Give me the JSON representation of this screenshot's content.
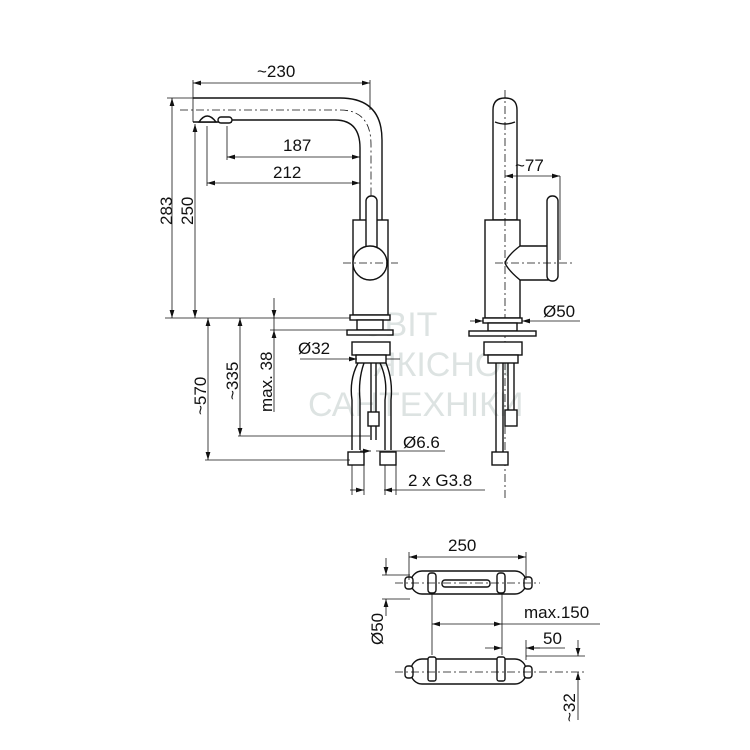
{
  "watermark": [
    "СВІТ",
    "ЯКІСНОЇ",
    "САНТЕХНІКИ"
  ],
  "dimensions": {
    "spout_reach": "~230",
    "reach_187": "187",
    "reach_212": "212",
    "height_283": "283",
    "height_250": "250",
    "hose_570": "~570",
    "hose_335": "~335",
    "max_38": "max. 38",
    "d32": "Ø32",
    "d6_6": "Ø6.6",
    "thread": "2 x G3.8",
    "lever_77": "~77",
    "d50_side": "Ø50",
    "top_250": "250",
    "top_d50": "Ø50",
    "max_150": "max.150",
    "top_50": "50",
    "top_32": "~32"
  }
}
